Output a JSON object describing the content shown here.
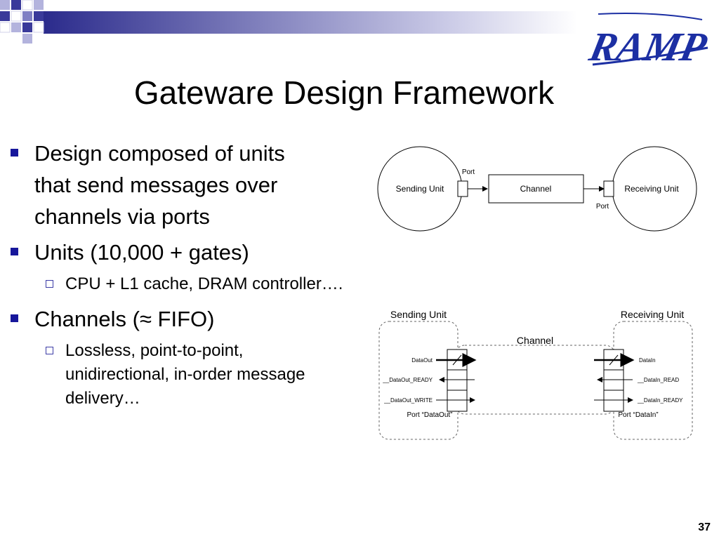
{
  "logo": {
    "text": "RAMP",
    "color": "#1c2fa3"
  },
  "title": "Gateware Design Framework",
  "bullets": [
    {
      "text_lines": [
        "Design composed of units",
        "that send messages over",
        "channels via ports"
      ]
    },
    {
      "text": "Units (10,000 + gates)"
    },
    {
      "sub": "CPU + L1 cache, DRAM controller…."
    },
    {
      "text": "Channels (≈ FIFO)"
    },
    {
      "sub_lines": [
        "Lossless, point-to-point,",
        "unidirectional, in-order message",
        "delivery…"
      ]
    }
  ],
  "diagram_top": {
    "sending_unit": "Sending Unit",
    "channel": "Channel",
    "receiving_unit": "Receiving Unit",
    "port_top": "Port",
    "port_bottom": "Port"
  },
  "diagram_bottom": {
    "sending_unit": "Sending Unit",
    "receiving_unit": "Receiving Unit",
    "channel": "Channel",
    "left_signals": [
      "DataOut",
      "__DataOut_READY",
      "__DataOut_WRITE"
    ],
    "right_signals": [
      "DataIn",
      "__DataIn_READ",
      "__DataIn_READY"
    ],
    "left_port": "Port “DataOut”",
    "right_port": "Port “DataIn”"
  },
  "page_number": "37",
  "colors": {
    "bullet": "#17179b",
    "header_dark": "#2b2b8c",
    "header_light": "#b9b9dd"
  }
}
